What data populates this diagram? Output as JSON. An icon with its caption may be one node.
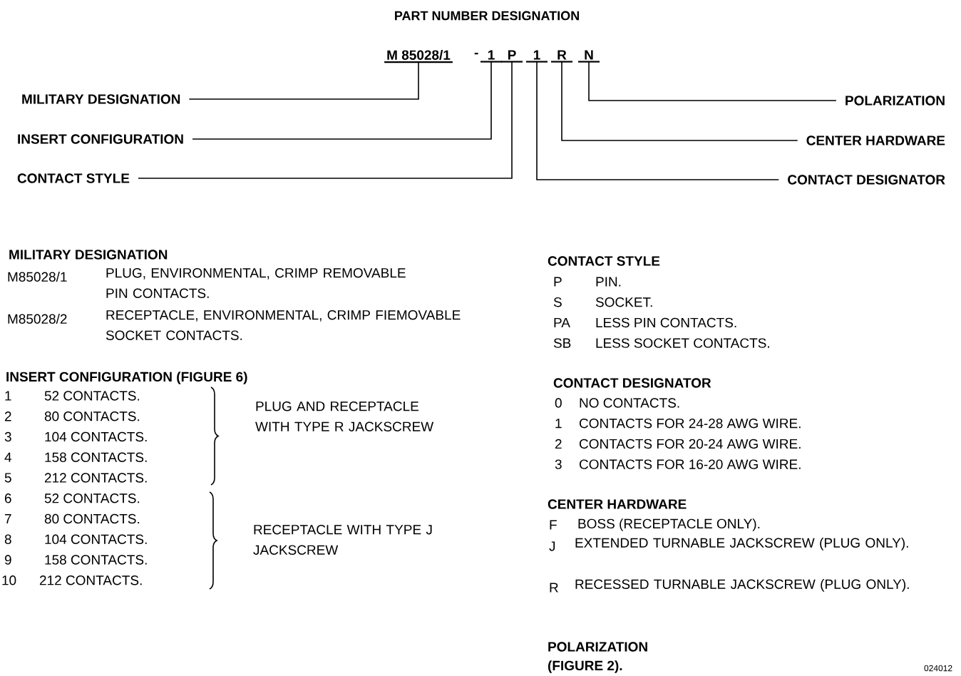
{
  "diagram": {
    "title": "PART NUMBER DESIGNATION",
    "nodes": [
      {
        "text": [
          "M 85028/1"
        ]
      },
      {
        "text": [
          "1"
        ]
      },
      {
        "text": [
          "P"
        ]
      },
      {
        "text": [
          "1"
        ]
      },
      {
        "text": [
          "R"
        ]
      },
      {
        "text": [
          "N"
        ]
      },
      {
        "text": [
          "MILITARY DESIGNATION"
        ]
      },
      {
        "text": [
          "INSERT CONFIGURATION"
        ]
      },
      {
        "text": [
          "CONTACT STYLE"
        ]
      },
      {
        "text": [
          "POLARIZATION"
        ]
      },
      {
        "text": [
          "CENTER HARDWARE"
        ]
      },
      {
        "text": [
          "CONTACT DESIGNATOR"
        ]
      }
    ],
    "edges": [
      {
        "from": 6,
        "to": 0,
        "arrow": "none"
      },
      {
        "from": 7,
        "to": 1,
        "arrow": "none"
      },
      {
        "from": 8,
        "to": 2,
        "arrow": "none"
      },
      {
        "from": 9,
        "to": 5,
        "arrow": "none"
      },
      {
        "from": 10,
        "to": 4,
        "arrow": "none"
      },
      {
        "from": 11,
        "to": 3,
        "arrow": "none"
      }
    ],
    "labels": [
      "-",
      "MILITARY DESIGNATION",
      "M85028/1",
      "PLUG, ENVIRONMENTAL, CRIMP REMOVABLE PIN CONTACTS.",
      "M85028/2",
      "RECEPTACLE, ENVIRONMENTAL, CRIMP FIEMOVABLE SOCKET CONTACTS.",
      "INSERT CONFIGURATION (FIGURE 6)",
      "1",
      "52 CONTACTS.",
      "2",
      "80 CONTACTS.",
      "3",
      "104 CONTACTS.",
      "4",
      "158 CONTACTS.",
      "5",
      "212 CONTACTS.",
      "6",
      "52 CONTACTS.",
      "7",
      "80 CONTACTS.",
      "8",
      "104 CONTACTS.",
      "9",
      "158 CONTACTS.",
      "10",
      "212 CONTACTS.",
      "PLUG AND RECEPTACLE WITH TYPE R JACKSCREW",
      "RECEPTACLE WITH TYPE J JACKSCREW",
      "CONTACT STYLE",
      "P",
      "PIN.",
      "S",
      "SOCKET.",
      "PA",
      "LESS PIN CONTACTS.",
      "SB",
      "LESS SOCKET CONTACTS.",
      "CONTACT DESIGNATOR",
      "0",
      "NO CONTACTS.",
      "1",
      "CONTACTS FOR 24-28 AWG WIRE.",
      "2",
      "CONTACTS FOR 20-24 AWG WIRE.",
      "3",
      "CONTACTS FOR 16-20 AWG WIRE.",
      "CENTER HARDWARE",
      "F",
      "BOSS (RECEPTACLE ONLY).",
      "J",
      "EXTENDED TURNABLE JACKSCREW (PLUG ONLY).",
      "R",
      "RECESSED TURNABLE JACKSCREW (PLUG ONLY).",
      "POLARIZATION",
      "(FIGURE 2).",
      "024012"
    ]
  }
}
